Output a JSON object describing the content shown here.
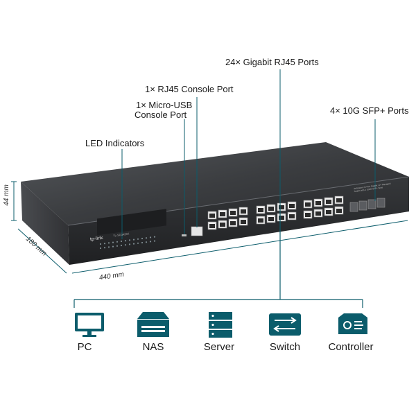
{
  "callouts": {
    "sfp_ports": "4× 10G SFP+ Ports",
    "rj45_ports": "24× Gigabit RJ45 Ports",
    "console_rj45": "1× RJ45 Console Port",
    "console_usb_line1": "1× Micro-USB",
    "console_usb_line2": "Console Port",
    "led": "LED Indicators"
  },
  "dimensions": {
    "height": "44 mm",
    "depth": "180 mm",
    "width": "440 mm"
  },
  "device": {
    "brand": "tp-link",
    "model": "TL-SG3428X",
    "front_label": "JetStream 24-Port Gigabit L2+ Managed Switch with 4 10GE SFP+ Slots"
  },
  "devices": [
    {
      "label": "PC",
      "icon": "pc-icon"
    },
    {
      "label": "NAS",
      "icon": "nas-icon"
    },
    {
      "label": "Server",
      "icon": "server-icon"
    },
    {
      "label": "Switch",
      "icon": "switch-icon"
    },
    {
      "label": "Controller",
      "icon": "controller-icon"
    }
  ],
  "colors": {
    "accent": "#0b5c6b",
    "chassis_top": "#3a3c3f",
    "chassis_front": "#2a2b2d"
  }
}
